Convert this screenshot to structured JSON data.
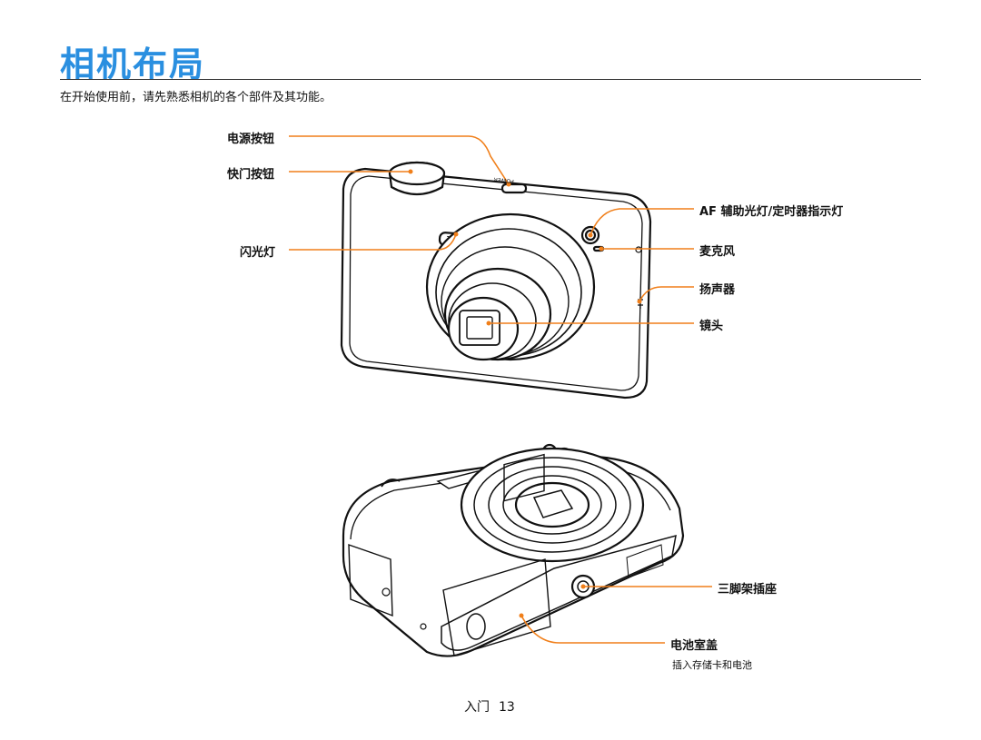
{
  "page": {
    "title": "相机布局",
    "intro": "在开始使用前，请先熟悉相机的各个部件及其功能。",
    "section": "入门",
    "page_number": "13"
  },
  "front_labels": {
    "power_button": "电源按钮",
    "shutter_button": "快门按钮",
    "flash": "闪光灯",
    "af_lamp": "AF 辅助光灯/定时器指示灯",
    "microphone": "麦克风",
    "speaker": "扬声器",
    "lens": "镜头"
  },
  "back_labels": {
    "tripod_mount": "三脚架插座",
    "battery_cover": "电池室盖",
    "battery_cover_note": "插入存储卡和电池"
  },
  "camera_markings": {
    "power_text": "POWER"
  },
  "colors": {
    "title": "#2a8fe0",
    "callout_line": "#f07f1a"
  }
}
